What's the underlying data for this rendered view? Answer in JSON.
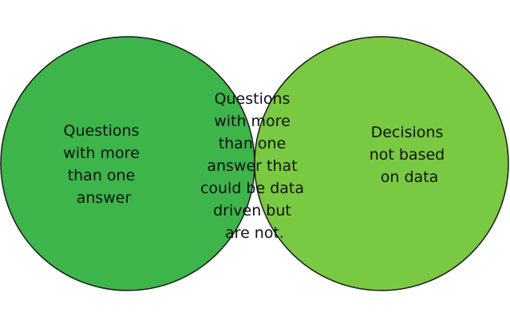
{
  "diagram": {
    "type": "venn",
    "colors": {
      "left": "#3db54a",
      "right": "#7ac943",
      "overlap": "#c8dc2a",
      "outline": "#1a1a1a"
    },
    "left": {
      "lines": [
        "Questions",
        "with more",
        "than one",
        "answer"
      ]
    },
    "right": {
      "lines": [
        "Decisions",
        "not based",
        "on data"
      ]
    },
    "overlap": {
      "lines": [
        "Questions",
        "with more",
        "than one",
        "answer that",
        "could be data",
        "driven but",
        "are not."
      ]
    }
  }
}
